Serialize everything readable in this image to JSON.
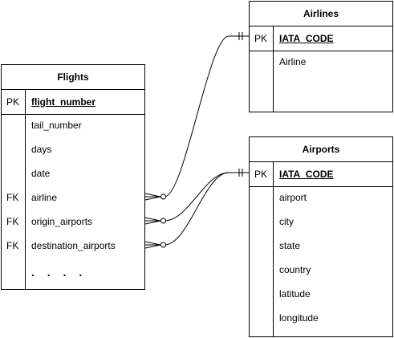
{
  "entities": {
    "flights": {
      "title": "Flights",
      "pk_label": "PK",
      "pk_field": "flight_number",
      "fields": [
        {
          "key": "",
          "name": "tail_number"
        },
        {
          "key": "",
          "name": "days"
        },
        {
          "key": "",
          "name": "date"
        },
        {
          "key": "FK",
          "name": "airline"
        },
        {
          "key": "FK",
          "name": "origin_airports"
        },
        {
          "key": "FK",
          "name": "destination_airports"
        },
        {
          "key": "",
          "name": ". . . ."
        }
      ]
    },
    "airlines": {
      "title": "Airlines",
      "pk_label": "PK",
      "pk_field": "IATA_CODE",
      "fields": [
        {
          "key": "",
          "name": "Airline"
        }
      ]
    },
    "airports": {
      "title": "Airports",
      "pk_label": "PK",
      "pk_field": "IATA_CODE",
      "fields": [
        {
          "key": "",
          "name": "airport"
        },
        {
          "key": "",
          "name": "city"
        },
        {
          "key": "",
          "name": "state"
        },
        {
          "key": "",
          "name": "country"
        },
        {
          "key": "",
          "name": "latitude"
        },
        {
          "key": "",
          "name": "longitude"
        }
      ]
    }
  },
  "relationships": [
    {
      "from": "flights.airline",
      "to": "airlines.IATA_CODE",
      "notation": "zero-or-many to one"
    },
    {
      "from": "flights.origin_airports",
      "to": "airports.IATA_CODE",
      "notation": "zero-or-many to one"
    },
    {
      "from": "flights.destination_airports",
      "to": "airports.IATA_CODE",
      "notation": "zero-or-many to one"
    }
  ],
  "colors": {
    "line": "#000000",
    "background": "#ffffff"
  }
}
